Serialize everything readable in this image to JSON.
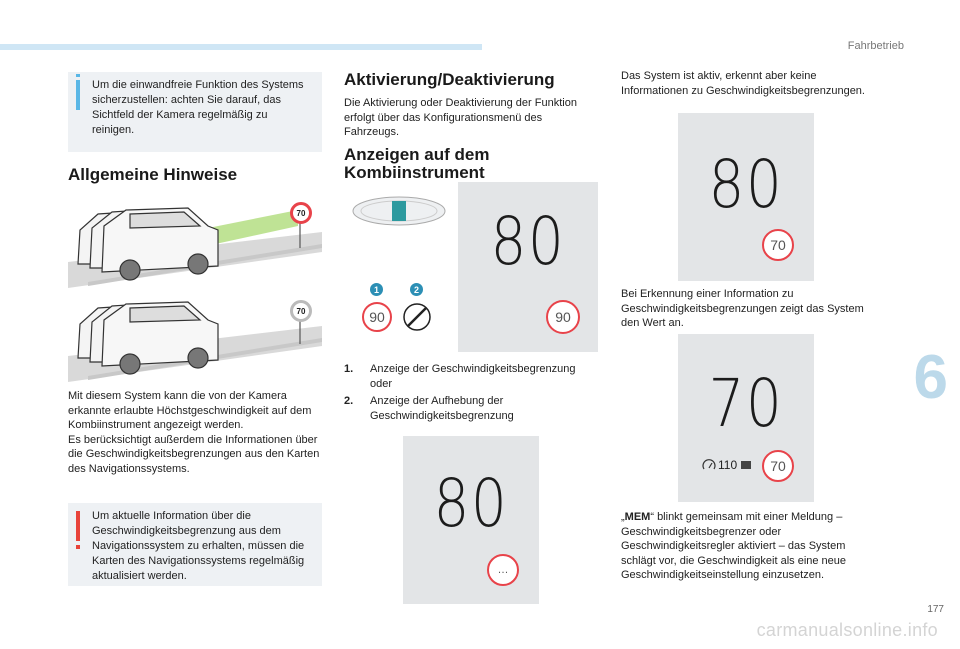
{
  "header": {
    "section": "Fahrbetrieb"
  },
  "chapter": "6",
  "page_number": "177",
  "watermark": "carmanualsonline.info",
  "left": {
    "info_note": "Um die einwandfreie Funktion des Systems sicherzustellen: achten Sie darauf, das Sichtfeld der Kamera regelmäßig zu reinigen.",
    "heading": "Allgemeine Hinweise",
    "signs": [
      "70",
      "70"
    ],
    "paragraph1": "Mit diesem System kann die von der Kamera erkannte erlaubte Höchstgeschwindigkeit auf dem Kombiinstrument angezeigt werden.",
    "paragraph2": "Es berücksichtigt außerdem die Informationen über die Geschwindigkeitsbegrenzungen aus den Karten des Navigationssystems.",
    "warning_note": "Um aktuelle Information über die Geschwindigkeitsbegrenzung aus dem Navigationssystem zu erhalten, müssen die Karten des Navigationssystems regelmäßig aktualisiert werden."
  },
  "middle": {
    "heading1": "Aktivierung/Deaktivierung",
    "paragraph": "Die Aktivierung oder Deaktivierung der Funktion erfolgt über das Konfigurationsmenü des Fahrzeugs.",
    "heading2_line1": "Anzeigen auf dem",
    "heading2_line2": "Kombiinstrument",
    "display1": {
      "speed": "80",
      "sign": "90",
      "badge1": "1",
      "badge2": "2",
      "sign_left": "90"
    },
    "list": [
      {
        "num": "1.",
        "text": "Anzeige der Geschwindigkeitsbegrenzung oder"
      },
      {
        "num": "2.",
        "text": "Anzeige der Aufhebung der Geschwindigkeitsbegrenzung"
      }
    ],
    "display2": {
      "speed": "80",
      "sign": "…"
    }
  },
  "right": {
    "paragraph1": "Das System ist aktiv, erkennt aber keine Informationen zu Geschwindigkeitsbegrenzungen.",
    "display3": {
      "speed": "80",
      "sign": "70"
    },
    "paragraph2": "Bei Erkennung einer Information zu Geschwindigkeitsbegrenzungen zeigt das System den Wert an.",
    "display4": {
      "speed": "70",
      "sign": "70",
      "cruise": "110"
    },
    "mem_quote_open": "„",
    "mem_word": "MEM",
    "mem_text": "“ blinkt gemeinsam mit einer Meldung – Geschwindigkeitsbegrenzer oder Geschwindigkeitsregler aktiviert – das System schlägt vor, die Geschwindigkeit als eine neue Geschwindigkeitseinstellung einzusetzen."
  },
  "colors": {
    "accent": "#5ab7e6",
    "warning": "#e8433a",
    "sign_ring": "#e8434a",
    "badge": "#2c8fb5",
    "panel": "#e3e5e7"
  }
}
